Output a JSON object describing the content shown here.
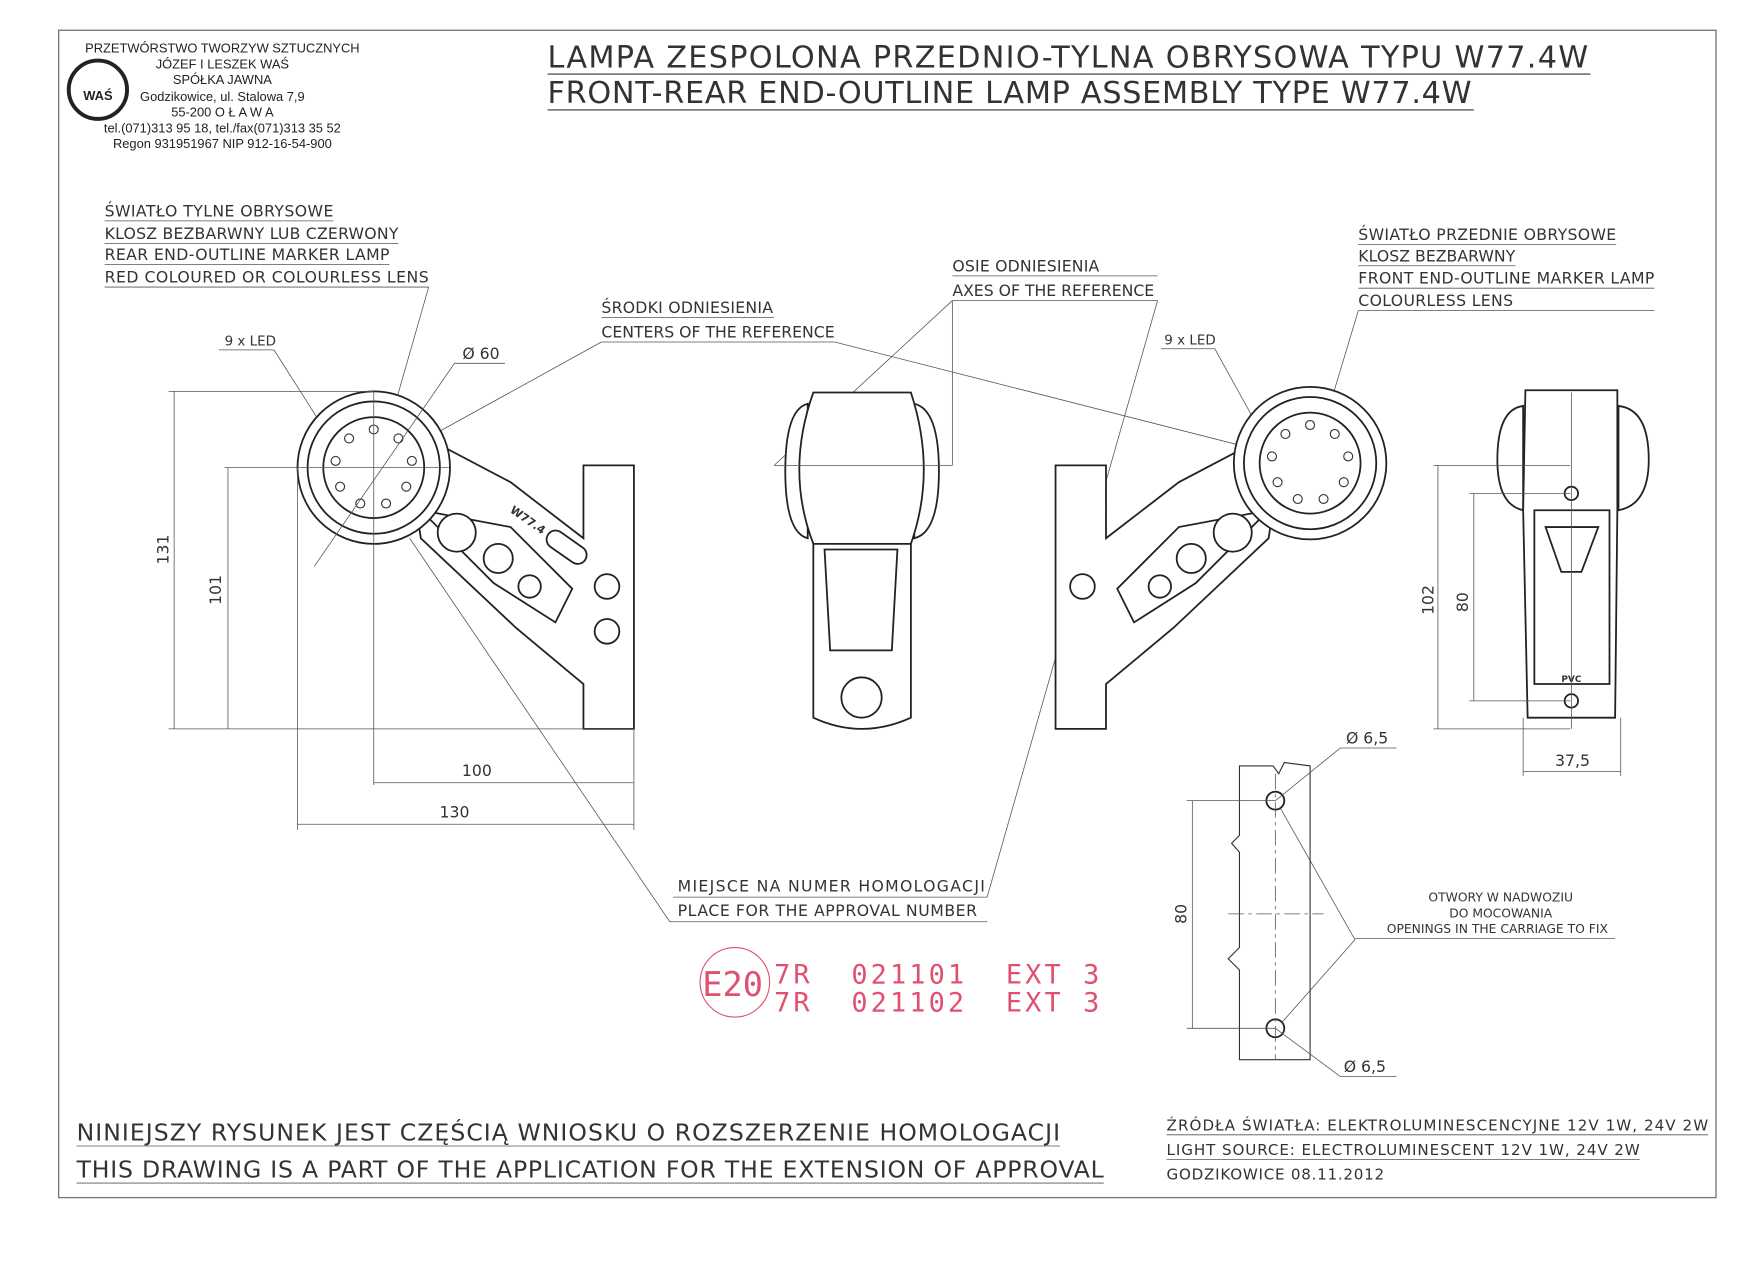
{
  "company": {
    "logo_text": "WAŚ",
    "lines": [
      "PRZETWÓRSTWO TWORZYW SZTUCZNYCH",
      "JÓZEF I LESZEK WAŚ",
      "SPÓŁKA JAWNA",
      "Godzikowice, ul. Stalowa 7,9",
      "55-200   O Ł A W A",
      "tel.(071)313 95 18, tel./fax(071)313 35 52",
      "Regon 931951967 NIP 912-16-54-900"
    ]
  },
  "title": {
    "pl": "LAMPA ZESPOLONA PRZEDNIO-TYLNA OBRYSOWA TYPU W77.4W",
    "en": "FRONT-REAR END-OUTLINE LAMP ASSEMBLY TYPE W77.4W"
  },
  "labels": {
    "rear": [
      "ŚWIATŁO TYLNE OBRYSOWE",
      "KLOSZ BEZBARWNY LUB CZERWONY",
      "REAR END-OUTLINE MARKER LAMP",
      "RED COLOURED OR COLOURLESS LENS"
    ],
    "front": [
      "ŚWIATŁO PRZEDNIE OBRYSOWE",
      "KLOSZ BEZBARWNY",
      "FRONT END-OUTLINE MARKER LAMP",
      "COLOURLESS LENS"
    ],
    "centers": [
      "ŚRODKI ODNIESIENIA",
      "CENTERS OF THE REFERENCE"
    ],
    "axes": [
      "OSIE ODNIESIENIA",
      "AXES OF THE REFERENCE"
    ],
    "led_left": "9 x LED",
    "led_right": "9 x LED",
    "approval_place": [
      "MIEJSCE NA NUMER HOMOLOGACJI",
      "PLACE FOR THE APPROVAL NUMBER"
    ],
    "openings": [
      "OTWORY W NADWOZIU",
      "DO MOCOWANIA",
      "OPENINGS IN THE CARRIAGE TO FIX"
    ],
    "lamp_marking": "W77.4",
    "pvc": "PVC"
  },
  "dimensions": {
    "diameter": "Ø 60",
    "h131": "131",
    "h101": "101",
    "w100": "100",
    "w130": "130",
    "h102": "102",
    "h80_side": "80",
    "w37_5": "37,5",
    "hole_top": "Ø 6,5",
    "hole_bottom": "Ø 6,5",
    "h80_holes": "80"
  },
  "approval_stamp": {
    "mark": "E20",
    "line1": "7R  021101  EXT 3",
    "line2": "7R  021102  EXT 3",
    "color": "#e05070"
  },
  "footer": {
    "left": [
      "NINIEJSZY RYSUNEK JEST CZĘŚCIĄ WNIOSKU O  ROZSZERZENIE  HOMOLOGACJI",
      "THIS DRAWING IS A PART OF THE APPLICATION FOR THE EXTENSION OF APPROVAL"
    ],
    "right": [
      "ŹRÓDŁA ŚWIATŁA: ELEKTROLUMINESCENCYJNE  12V  1W, 24V  2W",
      "LIGHT SOURCE: ELECTROLUMINESCENT  12V  1W, 24V  2W",
      "GODZIKOWICE 08.11.2012"
    ]
  }
}
